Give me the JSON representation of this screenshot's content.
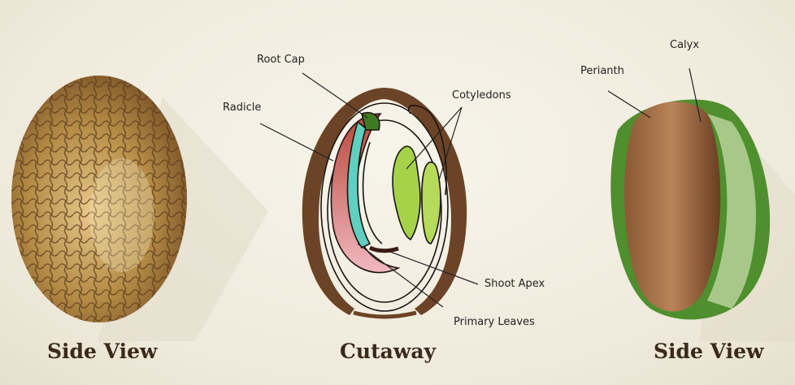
{
  "labels": {
    "root_cap": "Root Cap",
    "radicle": "Radicle",
    "cotyledons": "Cotyledons",
    "shoot_apex": "Shoot Apex",
    "primary_leaves": "Primary Leaves",
    "calyx": "Calyx",
    "perianth": "Perianth"
  },
  "captions": {
    "left": "Side View",
    "middle": "Cutaway",
    "right": "Side View"
  },
  "colors": {
    "seed_shell": "#b0843e",
    "seed_veins": "#5a3a1c",
    "coat_brown": "#6b4326",
    "radicle_red": "#c8574a",
    "hypocotyl_cyan": "#5fd0c0",
    "cotyledon_green": "#a6d24a",
    "bract_green": "#4f8f2e"
  }
}
